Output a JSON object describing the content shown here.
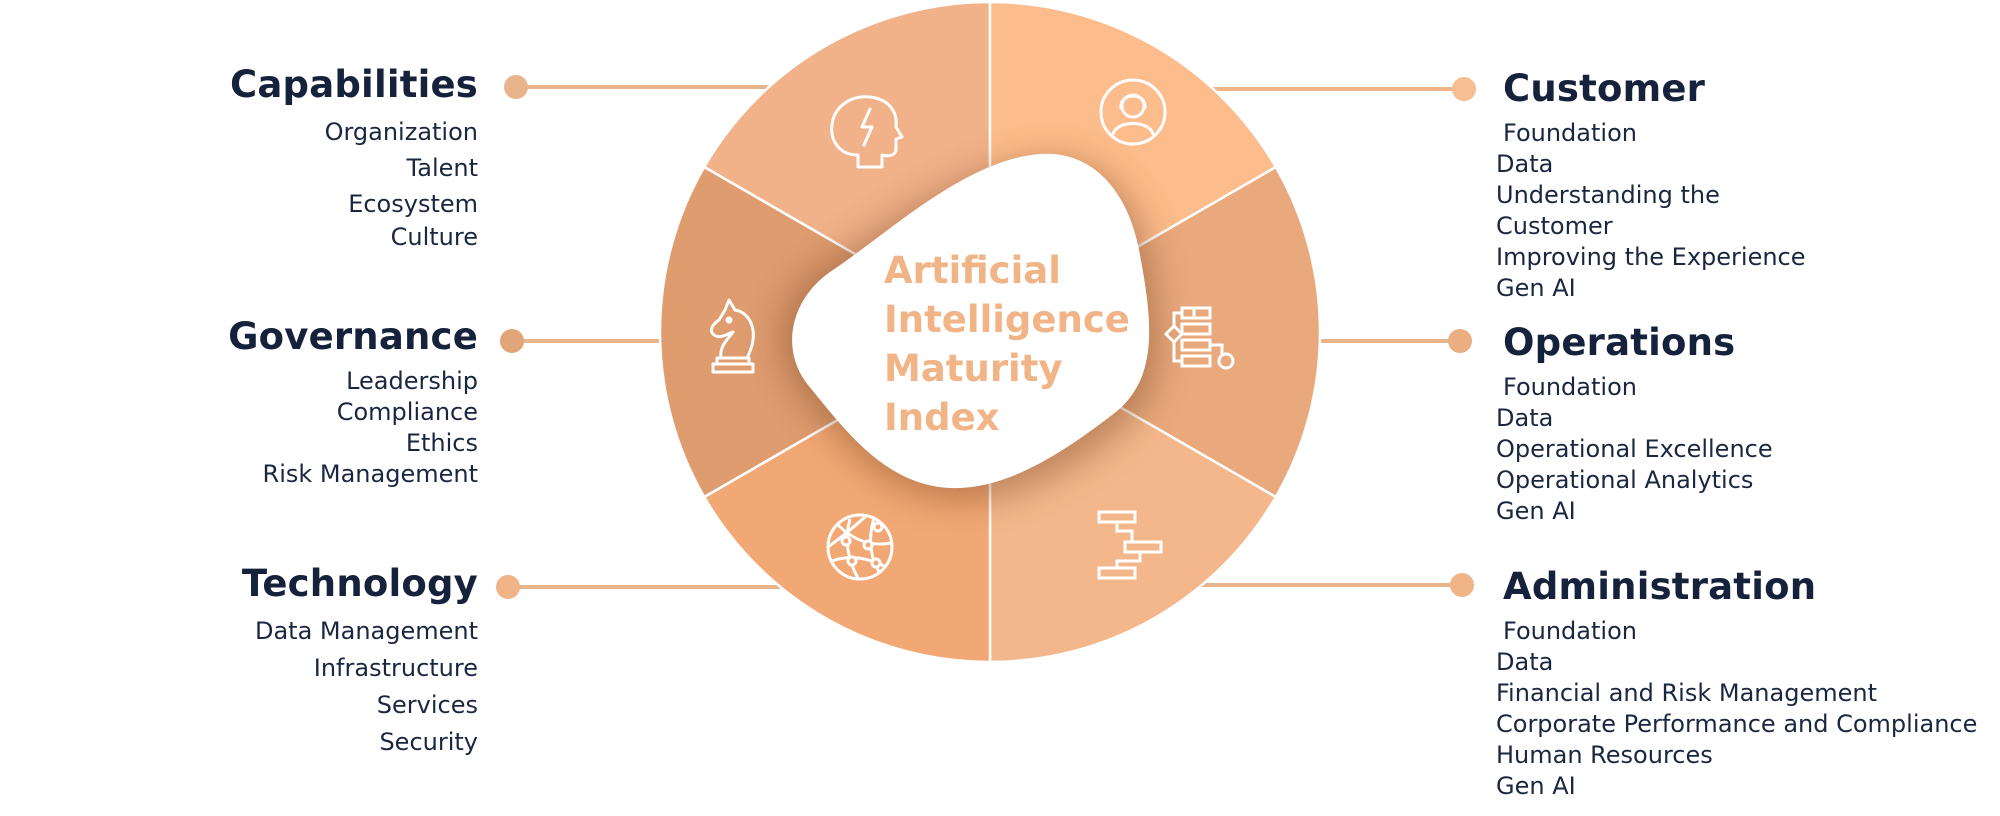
{
  "center_title": [
    "Artificial",
    "Intelligence",
    "Maturity",
    "Index"
  ],
  "colors": {
    "title_accent": "#f0b486",
    "connector": "#e8b48b",
    "heading": "#16213b",
    "segment_capabilities": "#f1b189",
    "segment_customer": "#fdbc8b",
    "segment_operations": "#e9a97c",
    "segment_administration": "#f4b78b",
    "segment_technology": "#f2a874",
    "segment_governance": "#de9c6f"
  },
  "segments": [
    {
      "key": "capabilities",
      "icon": "brain-lightning-icon"
    },
    {
      "key": "customer",
      "icon": "person-icon"
    },
    {
      "key": "operations",
      "icon": "flowchart-icon"
    },
    {
      "key": "administration",
      "icon": "gantt-chart-icon"
    },
    {
      "key": "technology",
      "icon": "network-globe-icon"
    },
    {
      "key": "governance",
      "icon": "chess-knight-icon"
    }
  ],
  "left_panels": {
    "capabilities": {
      "title": "Capabilities",
      "items": [
        "Organization",
        "Talent",
        "Ecosystem",
        "Culture"
      ]
    },
    "governance": {
      "title": "Governance",
      "items": [
        "Leadership",
        "Compliance",
        "Ethics",
        "Risk Management"
      ]
    },
    "technology": {
      "title": "Technology",
      "items": [
        "Data Management",
        "Infrastructure",
        "Services",
        "Security"
      ]
    }
  },
  "right_panels": {
    "customer": {
      "title": "Customer",
      "items": [
        "Foundation",
        "Data",
        "Understanding the",
        "Customer",
        "Improving the Experience",
        "Gen AI"
      ]
    },
    "operations": {
      "title": "Operations",
      "items": [
        "Foundation",
        "Data",
        "Operational Excellence",
        "Operational Analytics",
        "Gen AI"
      ]
    },
    "administration": {
      "title": "Administration",
      "items": [
        "Foundation",
        "Data",
        "Financial and Risk Management",
        "Corporate Performance and Compliance",
        "Human Resources",
        "Gen AI"
      ]
    }
  }
}
